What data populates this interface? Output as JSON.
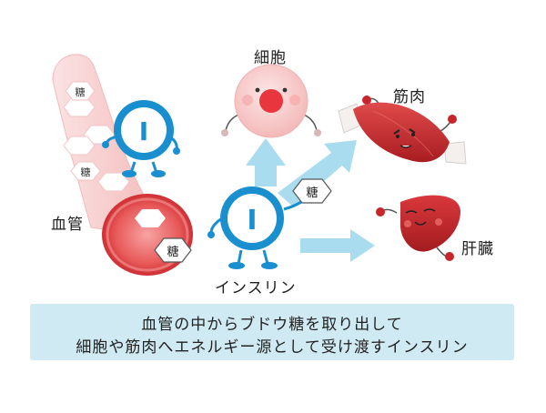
{
  "labels": {
    "cell": "細胞",
    "muscle": "筋肉",
    "liver": "肝臓",
    "vessel": "血管",
    "insulin": "インスリン",
    "insulin_badge": "I",
    "sugar": "糖"
  },
  "caption": {
    "line1": "血管の中からブドウ糖を取り出して",
    "line2": "細胞や筋肉へエネルギー源として受け渡すインスリン"
  },
  "colors": {
    "insulin_blue": "#1a8fd0",
    "arrow_blue": "#a9dcef",
    "vessel_pink": "#f6c7c7",
    "organ_red": "#c8252b",
    "cell_pink": "#f9cfcf",
    "caption_bg": "#cfeaf3"
  }
}
